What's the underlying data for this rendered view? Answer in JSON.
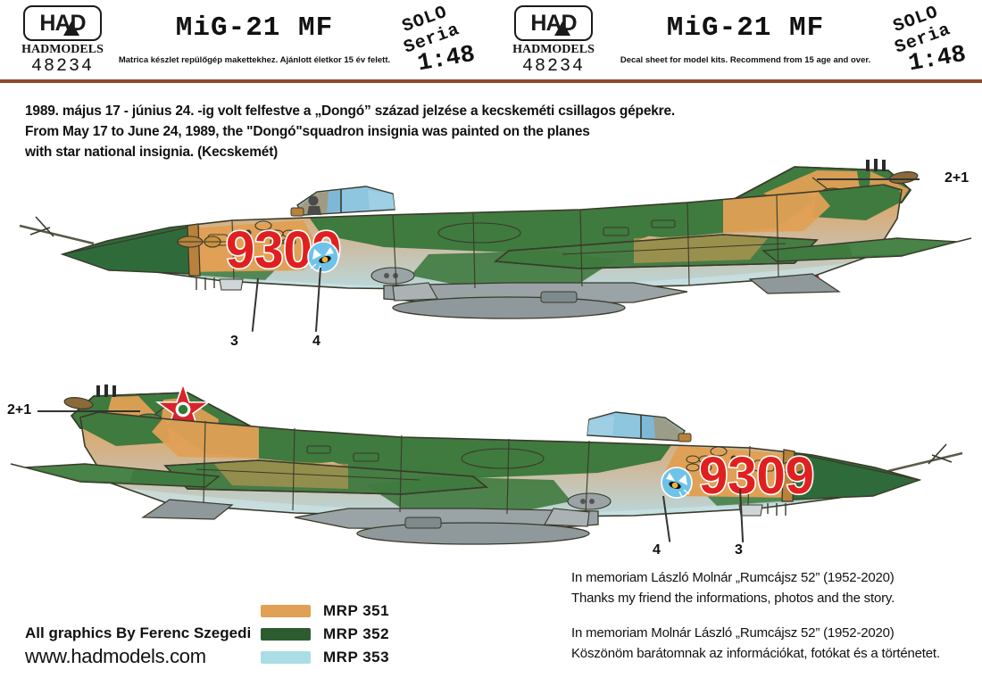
{
  "header": {
    "left": {
      "logo_text": "HAD",
      "logo_brand": "HADMODELS",
      "product_code": "48234",
      "title": "MiG-21 MF",
      "subtitle": "Matrica készlet repülőgép makettekhez. Ajánlott életkor 15 év felett.",
      "series": "SOLO Seria",
      "scale": "1:48"
    },
    "right": {
      "logo_text": "HAD",
      "logo_brand": "HADMODELS",
      "product_code": "48234",
      "title": "MiG-21 MF",
      "subtitle": "Decal sheet for model kits. Recommend from 15 age and over.",
      "series": "SOLO Seria",
      "scale": "1:48"
    },
    "rule_color": "#8c4a2a"
  },
  "description": {
    "line_hu": "1989. május 17 - június 24. -ig volt felfestve a „Dongó” század jelzése a kecskeméti csillagos gépekre.",
    "line_en_1": "From May 17 to June 24, 1989, the \"Dongó\"squadron insignia was painted on the planes",
    "line_en_2": "with star national insignia. (Kecskemét)"
  },
  "aircraft": {
    "top": {
      "side": "starboard",
      "serial": "9309",
      "serial_color": "#e02020",
      "serial_outline": "#ffffff",
      "insignia_label": "2+1",
      "callouts": [
        {
          "label": "3",
          "target": "serial-number"
        },
        {
          "label": "4",
          "target": "squadron-badge"
        }
      ]
    },
    "bottom": {
      "side": "port",
      "serial": "9309",
      "serial_color": "#e02020",
      "serial_outline": "#ffffff",
      "insignia_label": "2+1",
      "callouts": [
        {
          "label": "4",
          "target": "squadron-badge"
        },
        {
          "label": "3",
          "target": "serial-number"
        }
      ]
    }
  },
  "legend": {
    "items": [
      {
        "swatch": "#e0a055",
        "label": "MRP 351"
      },
      {
        "swatch": "#2e5c31",
        "label": "MRP 352"
      },
      {
        "swatch": "#a9dee6",
        "label": "MRP 353"
      }
    ]
  },
  "credits": {
    "graphics": "All graphics By Ferenc Szegedi",
    "website": "www.hadmodels.com"
  },
  "memoriam": {
    "en_line1": "In memoriam László Molnár „Rumcájsz 52” (1952-2020)",
    "en_line2": "Thanks my friend the informations, photos and the story.",
    "hu_line1": "In memoriam Molnár László „Rumcájsz 52” (1952-2020)",
    "hu_line2": "Köszönöm barátomnak az információkat, fotókat és a történetet."
  },
  "colors": {
    "tan": "#e0a055",
    "green": "#3f7a3f",
    "green_dark": "#2e5c31",
    "underside": "#b9d8dd",
    "grey": "#9aa3a6",
    "star_red": "#d8232a",
    "star_white": "#ffffff",
    "star_green": "#2f7a35",
    "badge_blue": "#6fc3e8",
    "nose_cone": "#2f6b3a",
    "outline": "#3a3a2a"
  }
}
